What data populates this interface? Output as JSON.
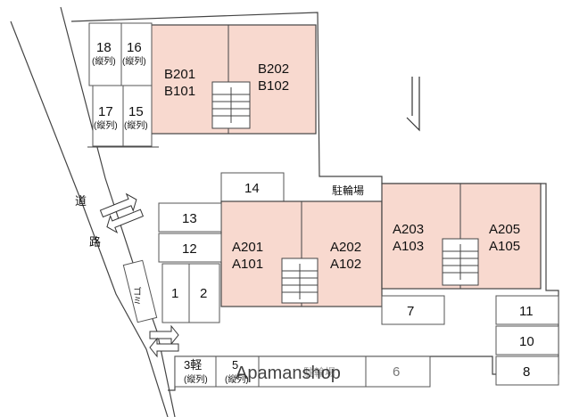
{
  "building_b": {
    "unit_left": [
      "B201",
      "B101"
    ],
    "unit_right": [
      "B202",
      "B102"
    ]
  },
  "building_a": {
    "unit_1": [
      "A201",
      "A101"
    ],
    "unit_2": [
      "A202",
      "A102"
    ],
    "unit_3": [
      "A203",
      "A103"
    ],
    "unit_4": [
      "A205",
      "A105"
    ]
  },
  "parking": {
    "p18": "18",
    "p16": "16",
    "p17": "17",
    "p15": "15",
    "sub_vertical": "(縦列)",
    "p14": "14",
    "p13": "13",
    "p12": "12",
    "p1": "1",
    "p2": "2",
    "p7": "7",
    "p11": "11",
    "p10": "10",
    "p8": "8",
    "p6": "6",
    "p3": "3軽",
    "p5": "5"
  },
  "bicycle_parking": "駐輪場",
  "garbage": "ゴミ",
  "road": [
    "道",
    "路"
  ],
  "watermark": "Apamanshop",
  "watermark_faint": "駐輪場"
}
